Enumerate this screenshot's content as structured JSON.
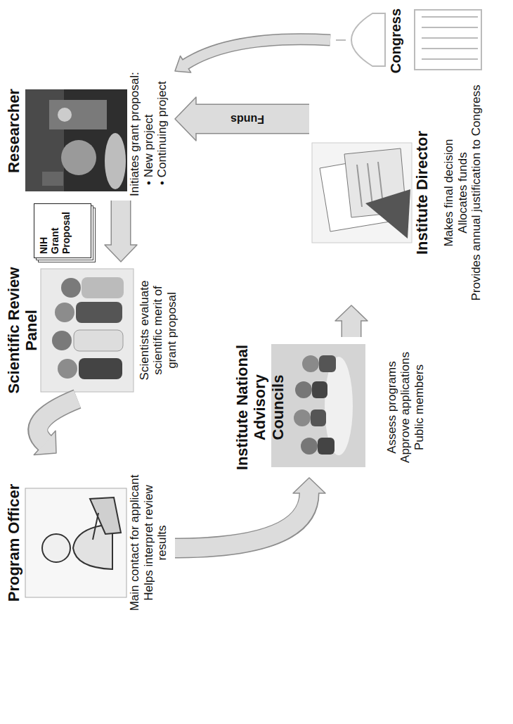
{
  "diagram": {
    "nodes": [
      {
        "text": [
          "Researcher",
          "Initiates grant proposal:",
          "• New project",
          "• Continuing project"
        ]
      },
      {
        "text": [
          "NIH Grant Proposal"
        ]
      },
      {
        "text": [
          "Scientific Review Panel",
          "Scientists evaluate scientific merit of grant proposal"
        ]
      },
      {
        "text": [
          "Program Officer",
          "Main contact for applicant",
          "Helps interpret review results"
        ]
      },
      {
        "text": [
          "Institute National Advisory Councils",
          "Assess programs",
          "Approve applications",
          "Public members"
        ]
      },
      {
        "text": [
          "Institute Director",
          "Makes final decision",
          "Allocates funds",
          "Provides annual justification to Congress"
        ]
      },
      {
        "text": [
          "Congress"
        ]
      }
    ],
    "edges": [
      {
        "from": 0,
        "to": 2,
        "arrow": "to"
      },
      {
        "from": 2,
        "to": 3,
        "arrow": "to"
      },
      {
        "from": 3,
        "to": 4,
        "arrow": "to"
      },
      {
        "from": 4,
        "to": 5,
        "arrow": "to"
      },
      {
        "from": 5,
        "to": 0,
        "label": "Funds",
        "arrow": "to"
      },
      {
        "from": 6,
        "to": 0,
        "arrow": "to"
      }
    ]
  }
}
